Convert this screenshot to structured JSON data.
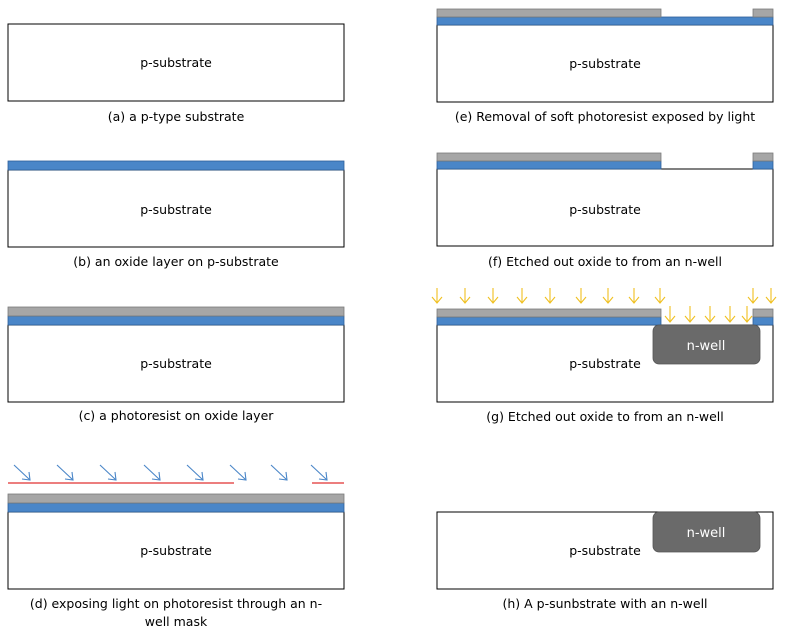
{
  "panels": {
    "a": {
      "substrate_label": "p-substrate",
      "caption": "(a) a p-type substrate"
    },
    "b": {
      "substrate_label": "p-substrate",
      "caption": "(b) an oxide layer on p-substrate"
    },
    "c": {
      "substrate_label": "p-substrate",
      "caption": "(c) a photoresist on oxide layer"
    },
    "d": {
      "substrate_label": "p-substrate",
      "caption_line1": "(d) exposing light on photoresist through an n-",
      "caption_line2": "well mask"
    },
    "e": {
      "substrate_label": "p-substrate",
      "caption": "(e) Removal of soft photoresist exposed by light"
    },
    "f": {
      "substrate_label": "p-substrate",
      "caption": "(f) Etched out oxide to from an n-well"
    },
    "g": {
      "substrate_label": "p-substrate",
      "well_label": "n-well",
      "caption": "(g) Etched out oxide to from an n-well"
    },
    "h": {
      "substrate_label": "p-substrate",
      "well_label": "n-well",
      "caption": "(h) A p-sunbstrate with an n-well"
    }
  },
  "colors": {
    "oxide": "#4a86c8",
    "photoresist": "#a6a6a6",
    "n_well": "#6a6a6a",
    "uv_light": "#f0c020",
    "mask": "#e03030"
  }
}
